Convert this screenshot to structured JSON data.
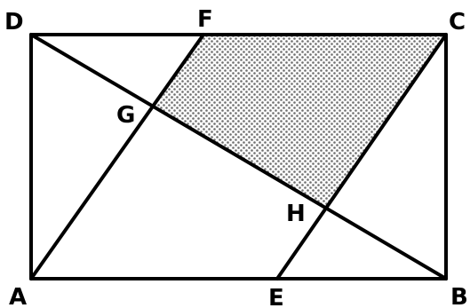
{
  "diagram": {
    "points": {
      "A": "A",
      "B": "B",
      "C": "C",
      "D": "D",
      "E": "E",
      "F": "F",
      "G": "G",
      "H": "H"
    },
    "colors": {
      "line": "#000000",
      "shade_dot": "#6f6f6f",
      "shade_bg": "#ffffff"
    }
  }
}
